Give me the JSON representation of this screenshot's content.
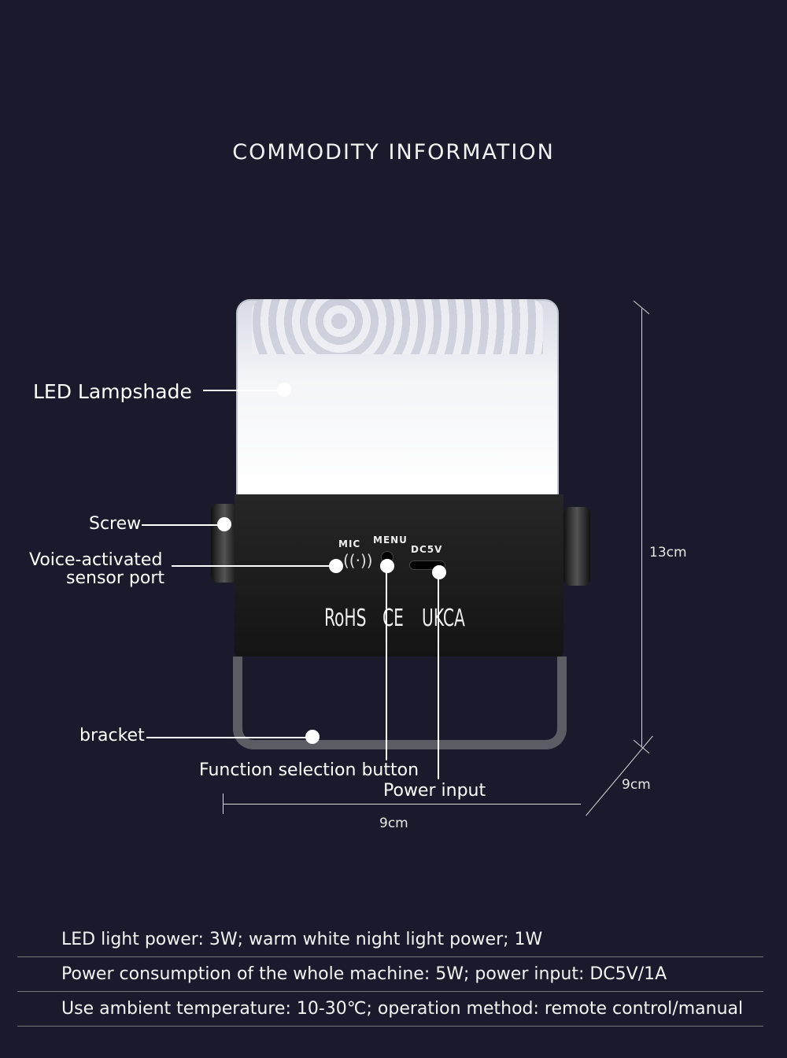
{
  "title": "COMMODITY INFORMATION",
  "product": {
    "mic": "MIC",
    "menu": "MENU",
    "dc": "DC5V",
    "marks": [
      "RoHS",
      "CE",
      "UKCA"
    ]
  },
  "callouts": {
    "lampshade": "LED Lampshade",
    "screw": "Screw",
    "voice1": "Voice-activated",
    "voice2": "sensor port",
    "bracket": "bracket",
    "function": "Function selection button",
    "power": "Power input"
  },
  "dimensions": {
    "height": "13cm",
    "depth": "9cm",
    "width": "9cm"
  },
  "specs": [
    "LED light power: 3W; warm white night light power; 1W",
    "Power consumption of the whole machine: 5W; power input: DC5V/1A",
    "Use ambient temperature: 10-30℃; operation method: remote control/manual"
  ]
}
